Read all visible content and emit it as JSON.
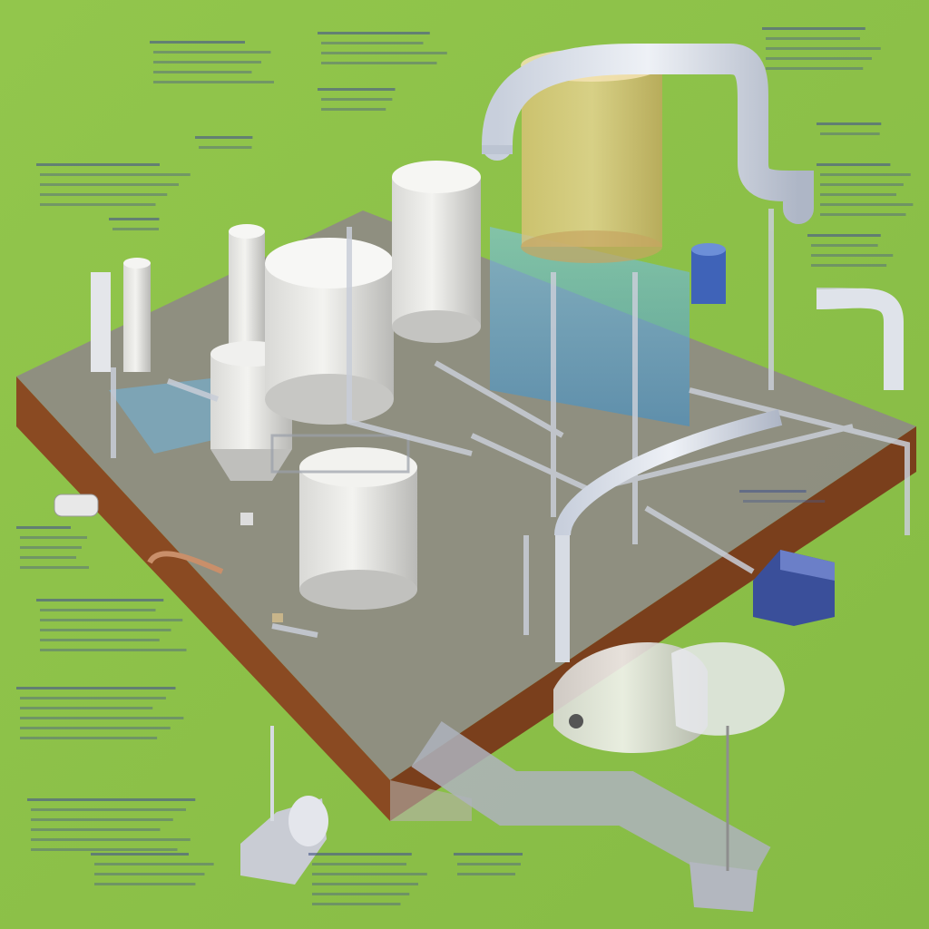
{
  "diagram": {
    "title": "",
    "background_color": "#8cc04a",
    "annotation_text_color": "#4a5a8a",
    "labels_legible": false,
    "callout_groups": [
      "label-group-top-left-1",
      "label-group-top-left-2",
      "label-group-top-center-1",
      "label-group-top-center-2",
      "label-group-top-right-1",
      "label-group-right-1",
      "label-group-right-2",
      "label-group-right-3",
      "label-group-left-1",
      "label-group-left-2",
      "label-group-left-3",
      "label-group-left-4",
      "label-group-left-5",
      "label-group-left-6",
      "label-group-bottom-center",
      "label-group-bottom-right-1",
      "label-group-bottom-right-2",
      "label-group-center-right"
    ],
    "components": [
      "concrete-platform",
      "earth-foundation",
      "tall-silo",
      "storage-tank-large",
      "storage-tank-small",
      "processing-tower",
      "vertical-column",
      "reactor-vessel",
      "settling-basin",
      "feed-pipe",
      "discharge-pipe",
      "pump-unit",
      "control-housing",
      "outlet-tank",
      "drain-chute"
    ]
  }
}
